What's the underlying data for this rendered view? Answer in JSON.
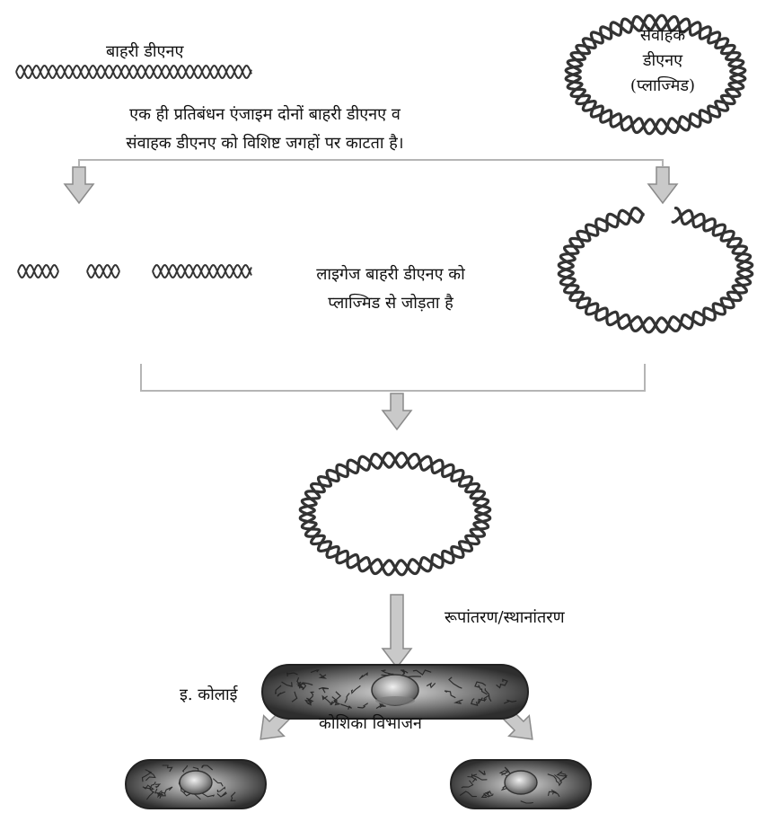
{
  "labels": {
    "foreign_dna": "बाहरी डीएनए",
    "vector_dna_line1": "संवाहक",
    "vector_dna_line2": "डीएनए",
    "vector_dna_line3": "(प्लाज्मिड)",
    "restriction_line1": "एक ही प्रतिबंधन एंजाइम दोनों बाहरी डीएनए व",
    "restriction_line2": "संवाहक डीएनए को विशिष्ट जगहों पर काटता है।",
    "ligase_line1": "लाइगेज बाहरी डीएनए को",
    "ligase_line2": "प्लाज्मिड से जोड़ता है",
    "transformation": "रूपांतरण/स्थानांतरण",
    "ecoli": "इ. कोलाई",
    "cell_division": "कोशिका विभाजन"
  },
  "colors": {
    "dna_stroke": "#333333",
    "arrow_fill": "#c9c9c9",
    "arrow_stroke": "#8a8a8a",
    "bracket": "#b5b5b5",
    "cell_dark": "#3a3a3a",
    "cell_light": "#b8b8b8"
  }
}
